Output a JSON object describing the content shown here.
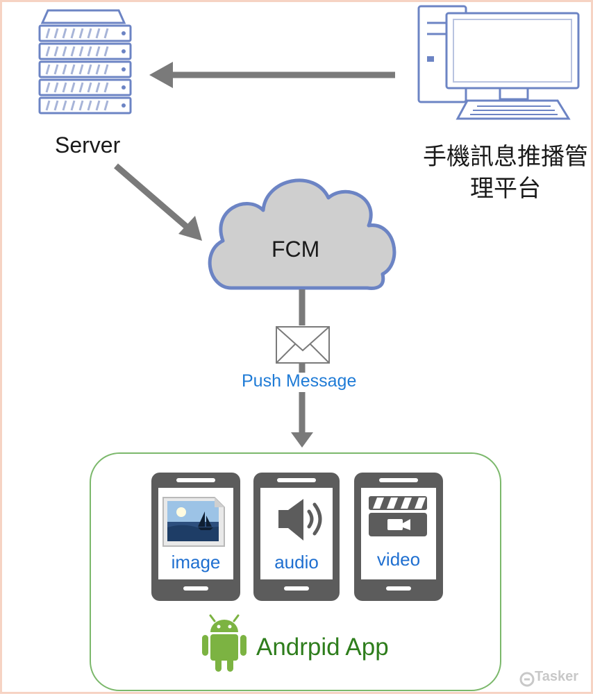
{
  "nodes": {
    "server": "Server",
    "management_platform": "手機訊息推播管理平台",
    "fcm": "FCM",
    "push_message": "Push Message",
    "app_container": "Andrpid App"
  },
  "phones": [
    {
      "label": "image"
    },
    {
      "label": "audio"
    },
    {
      "label": "video"
    }
  ],
  "watermark": "Tasker",
  "colors": {
    "icon_stroke": "#6c84c4",
    "cloud_fill": "#cfcfcf",
    "arrow": "#7a7a7a",
    "phone_body": "#5c5c5c",
    "push_text": "#1f7bd6",
    "container_border": "#7bb86b",
    "android_green": "#7cb342"
  }
}
